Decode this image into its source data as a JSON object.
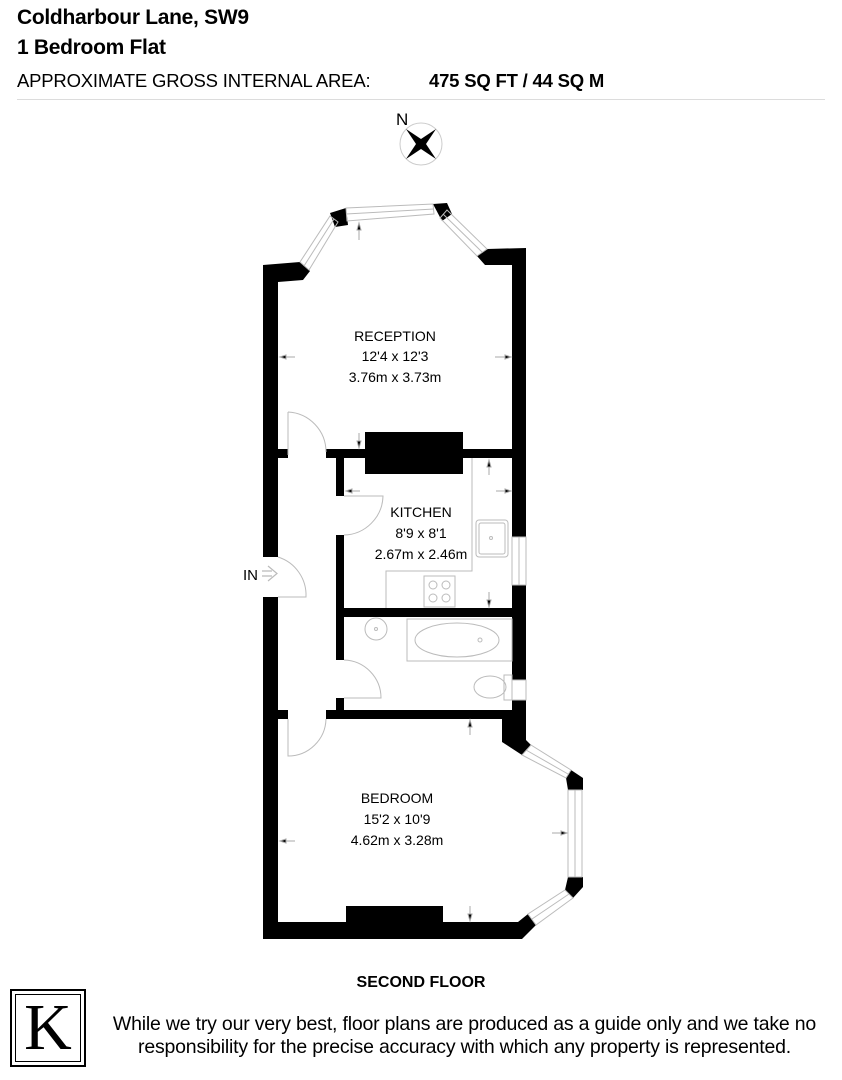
{
  "header": {
    "title": "Coldharbour Lane, SW9",
    "subtitle": "1 Bedroom Flat",
    "area_label": "APPROXIMATE GROSS INTERNAL AREA:",
    "area_value": "475 SQ FT / 44 SQ M"
  },
  "compass": {
    "label": "N",
    "icon": "compass-icon"
  },
  "rooms": [
    {
      "name": "RECEPTION",
      "imperial": "12'4 x 12'3",
      "metric": "3.76m x 3.73m"
    },
    {
      "name": "KITCHEN",
      "imperial": "8'9 x 8'1",
      "metric": "2.67m x 2.46m"
    },
    {
      "name": "BEDROOM",
      "imperial": "15'2 x 10'9",
      "metric": "4.62m x 3.28m"
    }
  ],
  "entrance": {
    "label": "IN"
  },
  "floor_label": "SECOND FLOOR",
  "footer": {
    "logo_letter": "K",
    "disclaimer": "While we try our very best, floor plans are produced as a guide only and we take no responsibility for the precise accuracy with which any property is represented."
  },
  "colors": {
    "wall": "#000000",
    "fixture_line": "#bbbbbb",
    "divider": "#dcdcdc"
  }
}
